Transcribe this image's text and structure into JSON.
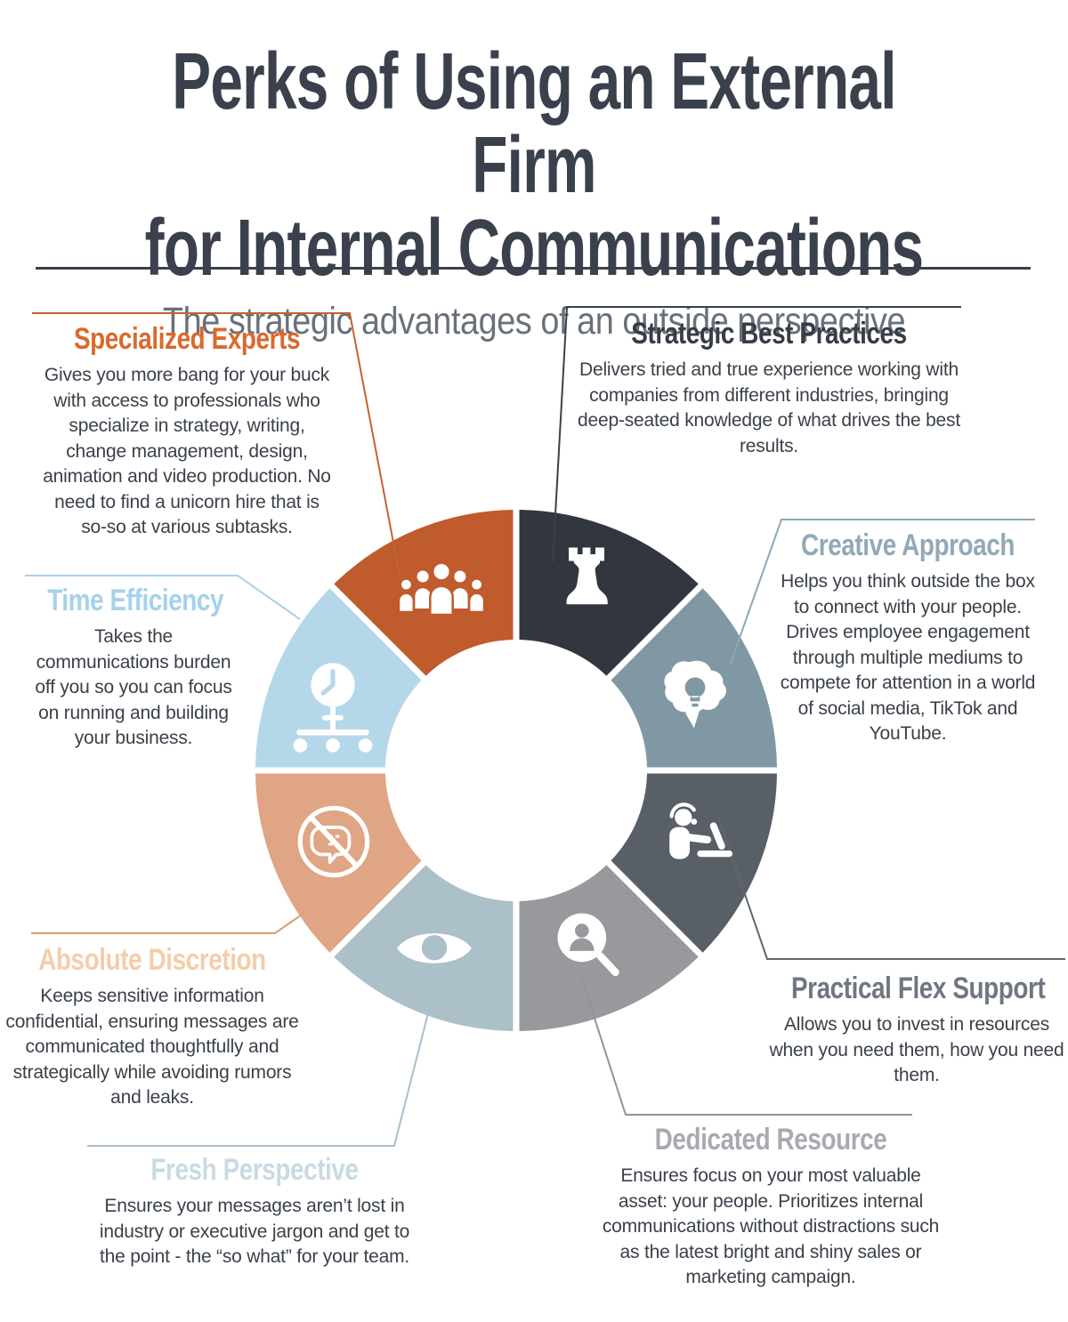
{
  "header": {
    "title_line1": "Perks of Using an External Firm",
    "title_line2": "for Internal Communications",
    "subtitle": "The strategic advantages of an outside perspective",
    "title_color": "#3A414C",
    "subtitle_color": "#69707A"
  },
  "donut": {
    "segments": [
      {
        "id": "strategic-best-practices",
        "title": "Strategic Best Practices",
        "body": "Delivers tried and true experience working with companies from different industries, bringing deep-seated knowledge of what drives the best results.",
        "color": "#31363F",
        "title_color": "#363D47",
        "line_color": "#3A414C",
        "icon": "chess-rook-icon"
      },
      {
        "id": "creative-approach",
        "title": "Creative Approach",
        "body": "Helps you think outside the box to connect with your people. Drives employee engagement through multiple mediums to compete for attention in a world of social media, TikTok and YouTube.",
        "color": "#8098A4",
        "title_color": "#91A9B7",
        "line_color": "#8FA7B5",
        "icon": "brain-lightbulb-icon"
      },
      {
        "id": "practical-flex-support",
        "title": "Practical Flex Support",
        "body": "Allows you to invest in resources when you need them, how you need them.",
        "color": "#585F66",
        "title_color": "#6F7780",
        "line_color": "#5F666E",
        "icon": "person-laptop-icon"
      },
      {
        "id": "dedicated-resource",
        "title": "Dedicated Resource",
        "body": "Ensures focus on your most valuable asset: your people. Prioritizes internal communications without distractions such as the latest bright and shiny sales or marketing campaign.",
        "color": "#97999C",
        "title_color": "#A7ABB0",
        "line_color": "#90949A",
        "icon": "person-magnifier-icon"
      },
      {
        "id": "fresh-perspective",
        "title": "Fresh Perspective",
        "body": "Ensures your messages aren’t lost in industry or executive jargon and get to the point - the “so what” for your team.",
        "color": "#ACC0C9",
        "title_color": "#C9DAE2",
        "line_color": "#A9BFCB",
        "icon": "eye-icon"
      },
      {
        "id": "absolute-discretion",
        "title": "Absolute Discretion",
        "body": "Keeps sensitive information confidential, ensuring messages are communicated thoughtfully and strategically while avoiding rumors and leaks.",
        "color": "#DFA584",
        "title_color": "#F2CEA9",
        "line_color": "#DC9C72",
        "icon": "no-gossip-icon"
      },
      {
        "id": "time-efficiency",
        "title": "Time Efficiency",
        "body": "Takes the communications burden off you so you can focus on running and building your business.",
        "color": "#B4D8EA",
        "title_color": "#A5D1EB",
        "line_color": "#A8D2EC",
        "icon": "clock-org-chart-icon"
      },
      {
        "id": "specialized-experts",
        "title": "Specialized Experts",
        "body": "Gives you more bang for your buck with access to professionals who specialize in strategy, writing, change management, design, animation and video production. No need to find a unicorn hire that is so-so at various subtasks.",
        "color": "#C05B2E",
        "title_color": "#D96A2D",
        "line_color": "#C36430",
        "icon": "people-group-icon"
      }
    ]
  }
}
